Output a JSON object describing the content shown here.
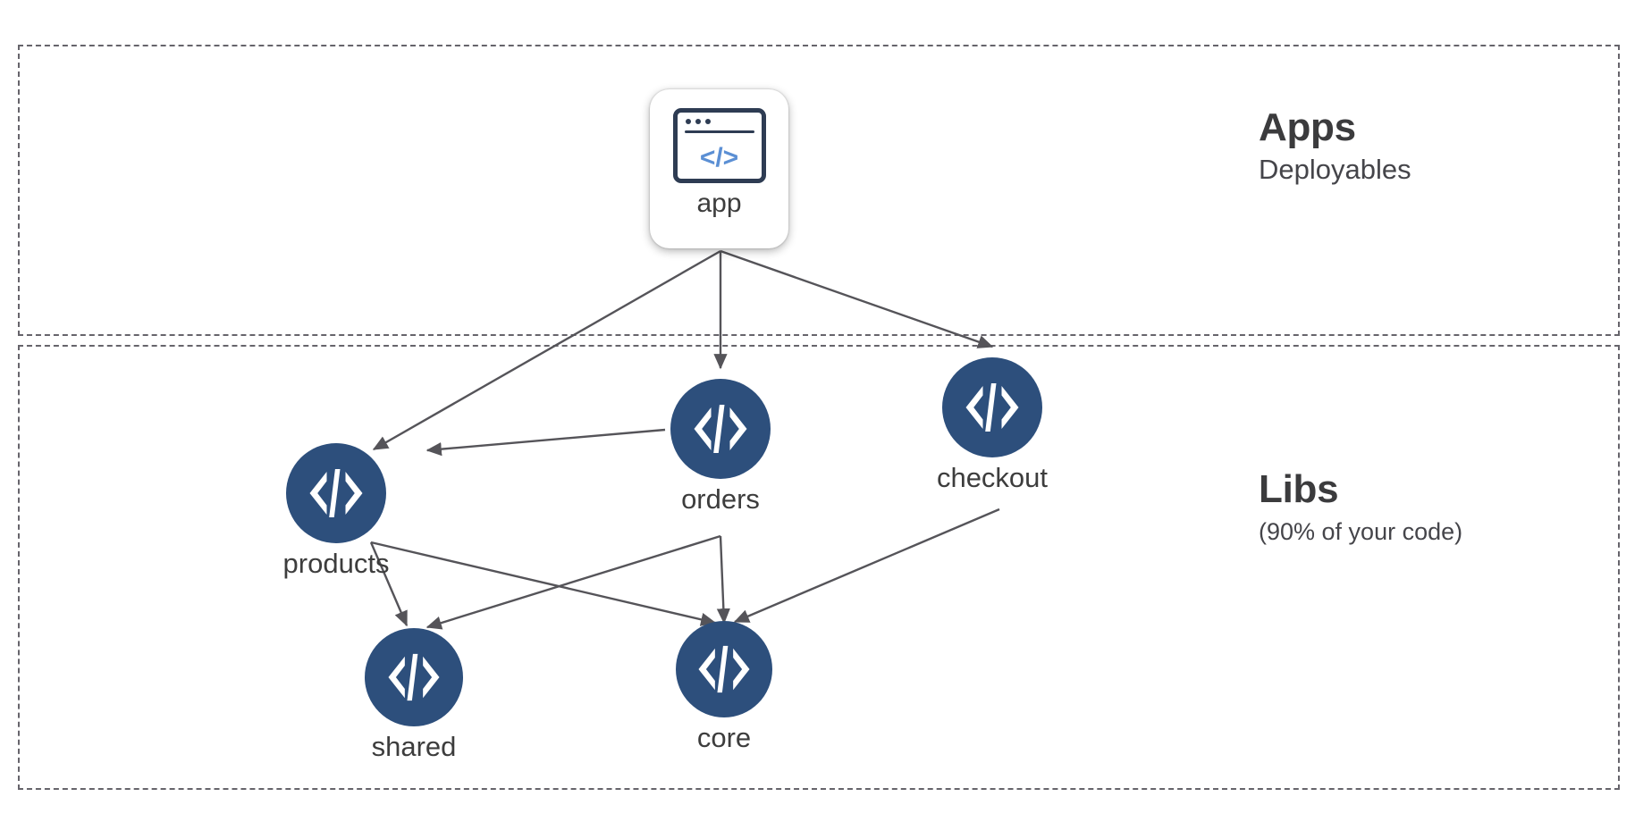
{
  "diagram": {
    "type": "dependency-graph",
    "regions": [
      {
        "id": "apps",
        "title": "Apps",
        "subtitle": "Deployables"
      },
      {
        "id": "libs",
        "title": "Libs",
        "subtitle": "(90% of your code)"
      }
    ],
    "nodes": [
      {
        "id": "app",
        "label": "app",
        "kind": "app",
        "icon": "browser-code-icon",
        "code_glyph": "</>"
      },
      {
        "id": "products",
        "label": "products",
        "kind": "lib",
        "icon": "code-icon"
      },
      {
        "id": "orders",
        "label": "orders",
        "kind": "lib",
        "icon": "code-icon"
      },
      {
        "id": "checkout",
        "label": "checkout",
        "kind": "lib",
        "icon": "code-icon"
      },
      {
        "id": "shared",
        "label": "shared",
        "kind": "lib",
        "icon": "code-icon"
      },
      {
        "id": "core",
        "label": "core",
        "kind": "lib",
        "icon": "code-icon"
      }
    ],
    "edges": [
      {
        "from": "app",
        "to": "products"
      },
      {
        "from": "app",
        "to": "orders"
      },
      {
        "from": "app",
        "to": "checkout"
      },
      {
        "from": "orders",
        "to": "products"
      },
      {
        "from": "products",
        "to": "shared"
      },
      {
        "from": "products",
        "to": "core"
      },
      {
        "from": "orders",
        "to": "shared"
      },
      {
        "from": "orders",
        "to": "core"
      },
      {
        "from": "checkout",
        "to": "core"
      }
    ],
    "colors": {
      "lib_node": "#2d4f7c",
      "app_icon_border": "#2e3c53",
      "app_icon_code": "#5b8fd4",
      "edge": "#555459",
      "region_border": "#66646b",
      "text": "#3d3d3d",
      "background": "#ffffff"
    }
  }
}
